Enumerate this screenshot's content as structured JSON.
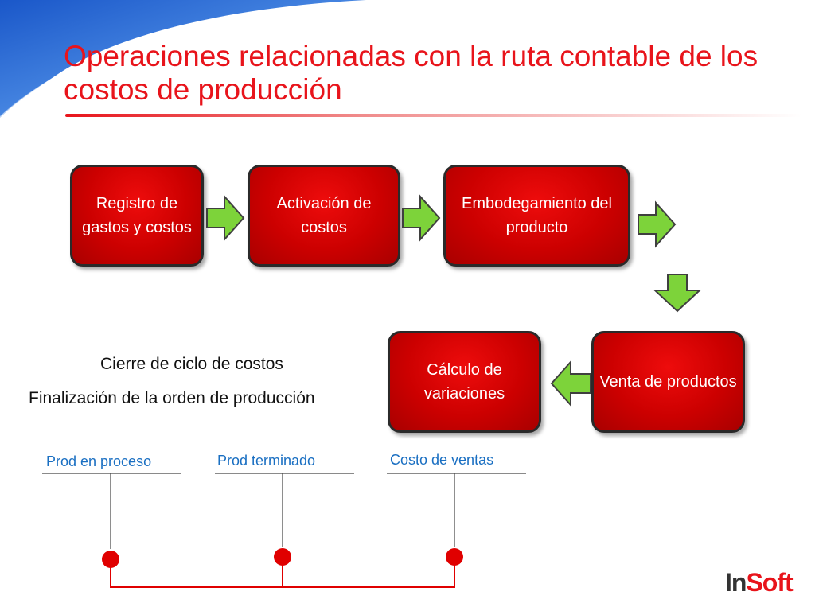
{
  "slide": {
    "title": "Operaciones relacionadas con la ruta contable de los costos de producción"
  },
  "flow": {
    "steps": [
      {
        "id": "registro",
        "label": "Registro de gastos y costos"
      },
      {
        "id": "activacion",
        "label": "Activación de costos"
      },
      {
        "id": "embodegamiento",
        "label": "Embodegamiento del producto"
      },
      {
        "id": "venta",
        "label": "Venta de productos"
      },
      {
        "id": "calculo",
        "label": "Cálculo de variaciones"
      }
    ]
  },
  "captions": {
    "line1": "Cierre de ciclo de costos",
    "line2": "Finalización de la orden de producción"
  },
  "accounts": [
    {
      "label": "Prod en proceso"
    },
    {
      "label": "Prod terminado"
    },
    {
      "label": "Costo de ventas"
    }
  ],
  "logo": {
    "part1": "In",
    "part2": "Soft"
  },
  "colors": {
    "title": "#e8141b",
    "box_fill": "#d40000",
    "arrow_fill": "#7dd33a",
    "account_label": "#1a6fc2",
    "connector": "#e00000"
  }
}
